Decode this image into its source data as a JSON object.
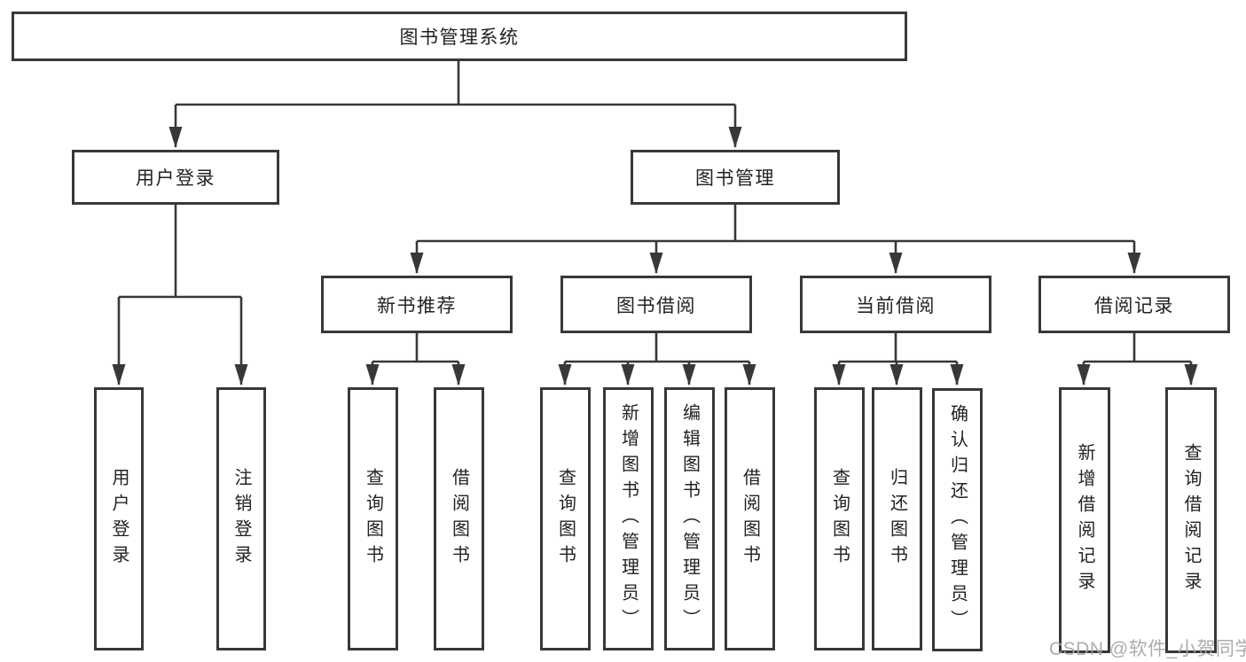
{
  "diagram_title": "图书管理系统",
  "colors": {
    "line": "#383838",
    "text": "#222222",
    "background": "#ffffff",
    "watermark": "#a3a3a3"
  },
  "tree": {
    "root": {
      "label": "图书管理系统"
    },
    "branches": [
      {
        "label": "用户登录",
        "children": [
          {
            "label": "用户登录"
          },
          {
            "label": "注销登录"
          }
        ]
      },
      {
        "label": "图书管理",
        "children": [
          {
            "label": "新书推荐",
            "children": [
              {
                "label": "查询图书"
              },
              {
                "label": "借阅图书"
              }
            ]
          },
          {
            "label": "图书借阅",
            "children": [
              {
                "label": "查询图书"
              },
              {
                "label": "新增图书（管理员）"
              },
              {
                "label": "编辑图书（管理员）"
              },
              {
                "label": "借阅图书"
              }
            ]
          },
          {
            "label": "当前借阅",
            "children": [
              {
                "label": "查询图书"
              },
              {
                "label": "归还图书"
              },
              {
                "label": "确认归还（管理员）"
              }
            ]
          },
          {
            "label": "借阅记录",
            "children": [
              {
                "label": "新增借阅记录"
              },
              {
                "label": "查询借阅记录"
              }
            ]
          }
        ]
      }
    ]
  },
  "watermark": "CSDN @软件_小贺同学"
}
